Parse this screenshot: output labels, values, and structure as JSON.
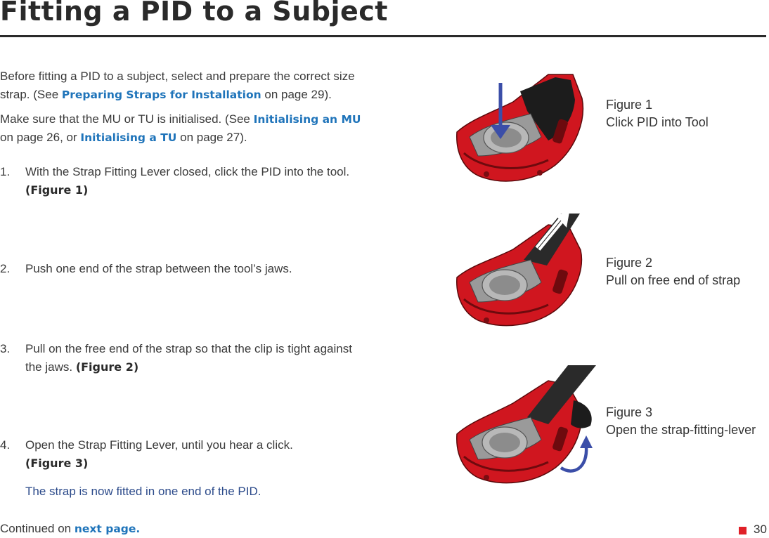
{
  "title": "Fitting a PID to a Subject",
  "intro": {
    "p1_before": "Before fitting a PID to a subject, select and prepare the correct size strap. (See ",
    "p1_link": "Preparing Straps for Installation",
    "p1_after": " on page 29).",
    "p2_before": "Make sure that the MU or TU is initialised. (See ",
    "p2_link1": "Initialising an MU",
    "p2_mid": " on page 26, or ",
    "p2_link2": "Initialising a TU",
    "p2_after": " on page 27)."
  },
  "steps": [
    {
      "num": "1.",
      "text": "With the Strap Fitting Lever closed, click the PID into the tool. ",
      "ref": "(Figure 1)"
    },
    {
      "num": "2.",
      "text": "Push one end of the strap between the tool’s jaws.",
      "ref": ""
    },
    {
      "num": "3.",
      "text": "Pull on the free end of the strap so that the clip is tight against the jaws. ",
      "ref": "(Figure 2)"
    },
    {
      "num": "4.",
      "text": "Open the Strap Fitting Lever, until you hear a click.",
      "ref": "(Figure 3)"
    }
  ],
  "result_text": "The strap is now fitted in one end of the PID.",
  "continued": {
    "label": "Continued on ",
    "link": "next page."
  },
  "figures": [
    {
      "label": "Figure 1",
      "caption": "Click PID into Tool"
    },
    {
      "label": "Figure 2",
      "caption": "Pull on free end of strap"
    },
    {
      "label": "Figure 3",
      "caption": "Open the strap-fitting-lever"
    }
  ],
  "page_number": "30",
  "colors": {
    "accent": "#1f74ba",
    "tool_red": "#d0161f",
    "arrow_blue": "#3b4ea8",
    "page_marker": "#e02028"
  }
}
